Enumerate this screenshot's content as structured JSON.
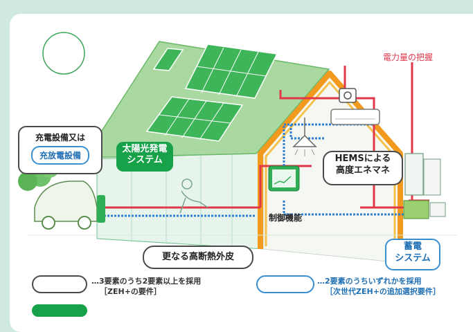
{
  "labels": {
    "electricity_monitor": "電力量の把握",
    "charging_line1": "充電設備又は",
    "charging_line2": "充放電設備",
    "solar_line1": "太陽光発電",
    "solar_line2": "システム",
    "hems_line1": "HEMSによる",
    "hems_line2": "高度エネマネ",
    "control": "制御機能",
    "insulation": "更なる高断熱外皮",
    "battery_line1": "蓄電",
    "battery_line2": "システム"
  },
  "legend": {
    "outline_line1": "…3要素のうち2要素以上を採用",
    "outline_line2": "［ZEH+の要件］",
    "blue_line1": "…2要素のうちいずれかを採用",
    "blue_line2": "［次世代ZEH+の追加選択要件］"
  },
  "colors": {
    "background": "#cfe9e1",
    "red_line": "#e0374a",
    "blue_dotted": "#2f7fd0",
    "green": "#17a24a",
    "roof_green": "#8fcf86",
    "orange_frame": "#f29a1e"
  }
}
